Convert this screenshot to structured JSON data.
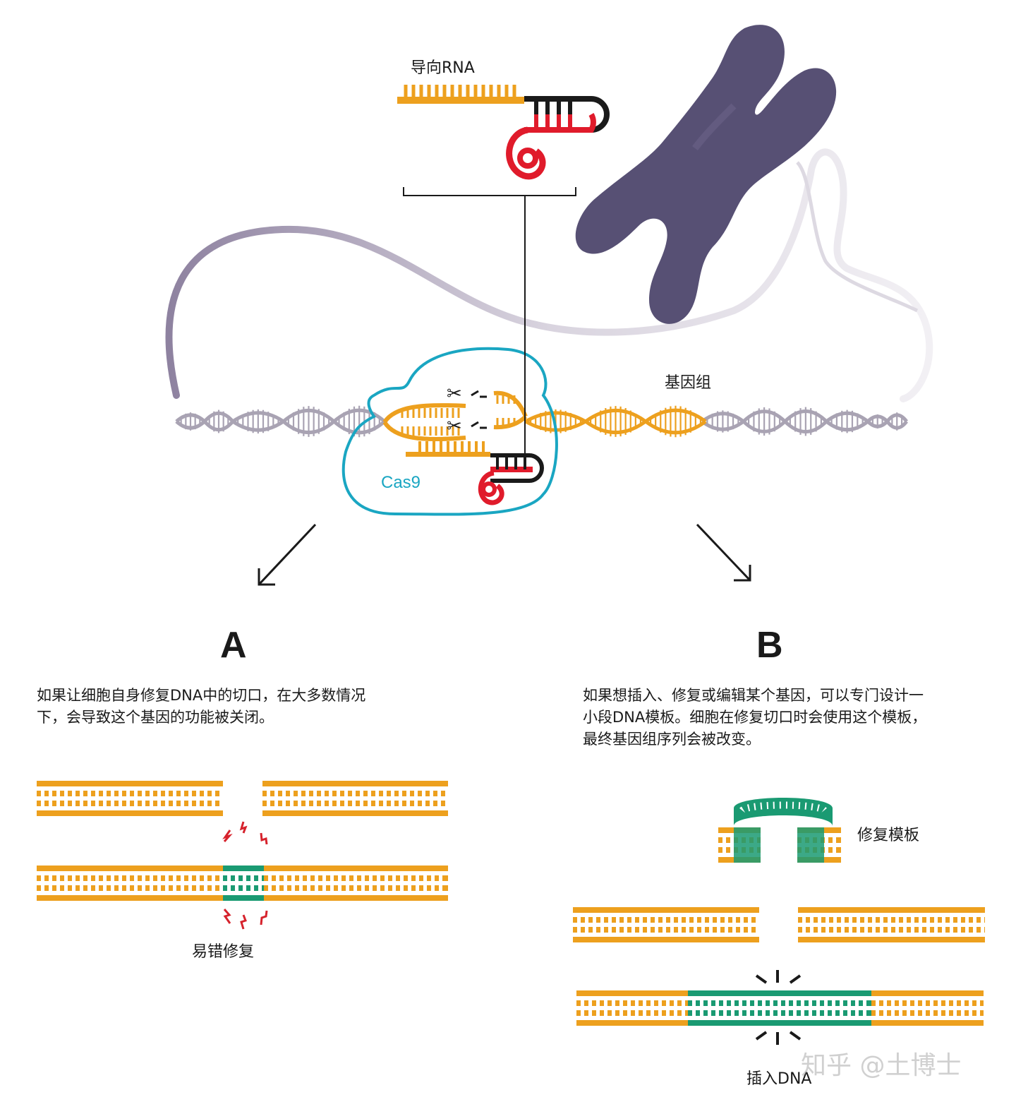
{
  "top": {
    "guide_rna_label": "导向RNA",
    "genome_label": "基因组",
    "cas9_label": "Cas9"
  },
  "panel_a": {
    "letter": "A",
    "text_line1": "如果让细胞自身修复DNA中的切口，在大多数情况",
    "text_line2": "下，会导致这个基因的功能被关闭。",
    "repair_label": "易错修复"
  },
  "panel_b": {
    "letter": "B",
    "text_line1": "如果想插入、修复或编辑某个基因，可以专门设计一",
    "text_line2": "小段DNA模板。细胞在修复切口时会使用这个模板，",
    "text_line3": "最终基因组序列会被改变。",
    "template_label": "修复模板",
    "insert_label": "插入DNA"
  },
  "watermark": "知乎 @土博士",
  "colors": {
    "dna_orange": "#eda01e",
    "dna_gray": "#a9a3b3",
    "chromosome": "#575074",
    "repair_green": "#1a9a72",
    "cas9_outline": "#1aa6c2",
    "rna_red": "#e01b2b",
    "rna_black": "#1a1a1a",
    "spark_red": "#d6222c"
  }
}
